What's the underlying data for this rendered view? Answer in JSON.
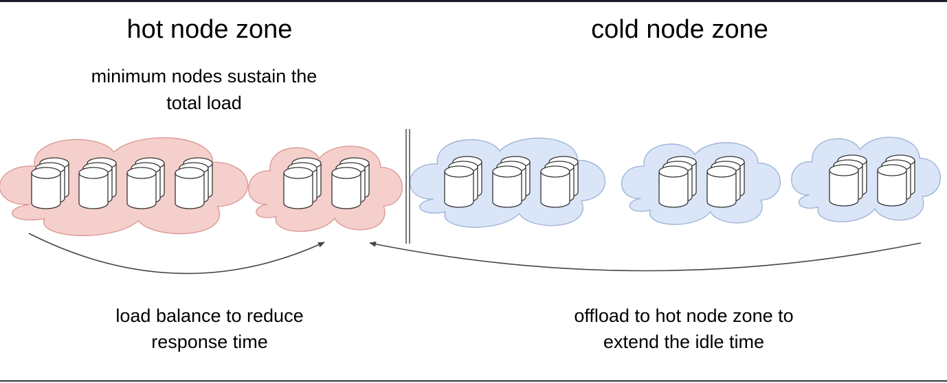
{
  "zones": {
    "hot": {
      "title": "hot node zone",
      "subtitle_line1": "minimum nodes sustain the",
      "subtitle_line2": "total load",
      "caption_line1": "load balance to reduce",
      "caption_line2": "response time",
      "cloud_fill": "#f5cfcc",
      "cloud_stroke": "#d99a97",
      "clusters": [
        {
          "name": "hot-cluster-1",
          "stacks": 4
        },
        {
          "name": "hot-cluster-2",
          "stacks": 2
        }
      ]
    },
    "cold": {
      "title": "cold node zone",
      "caption_line1": "offload to hot node zone to",
      "caption_line2": "extend the idle time",
      "cloud_fill": "#dae6f8",
      "cloud_stroke": "#9fb4d8",
      "clusters": [
        {
          "name": "cold-cluster-1",
          "stacks": 3
        },
        {
          "name": "cold-cluster-2",
          "stacks": 2
        },
        {
          "name": "cold-cluster-3",
          "stacks": 2
        }
      ]
    }
  },
  "colors": {
    "frame": "#1a1a2e",
    "arrow": "#444444",
    "divider": "#555555"
  }
}
